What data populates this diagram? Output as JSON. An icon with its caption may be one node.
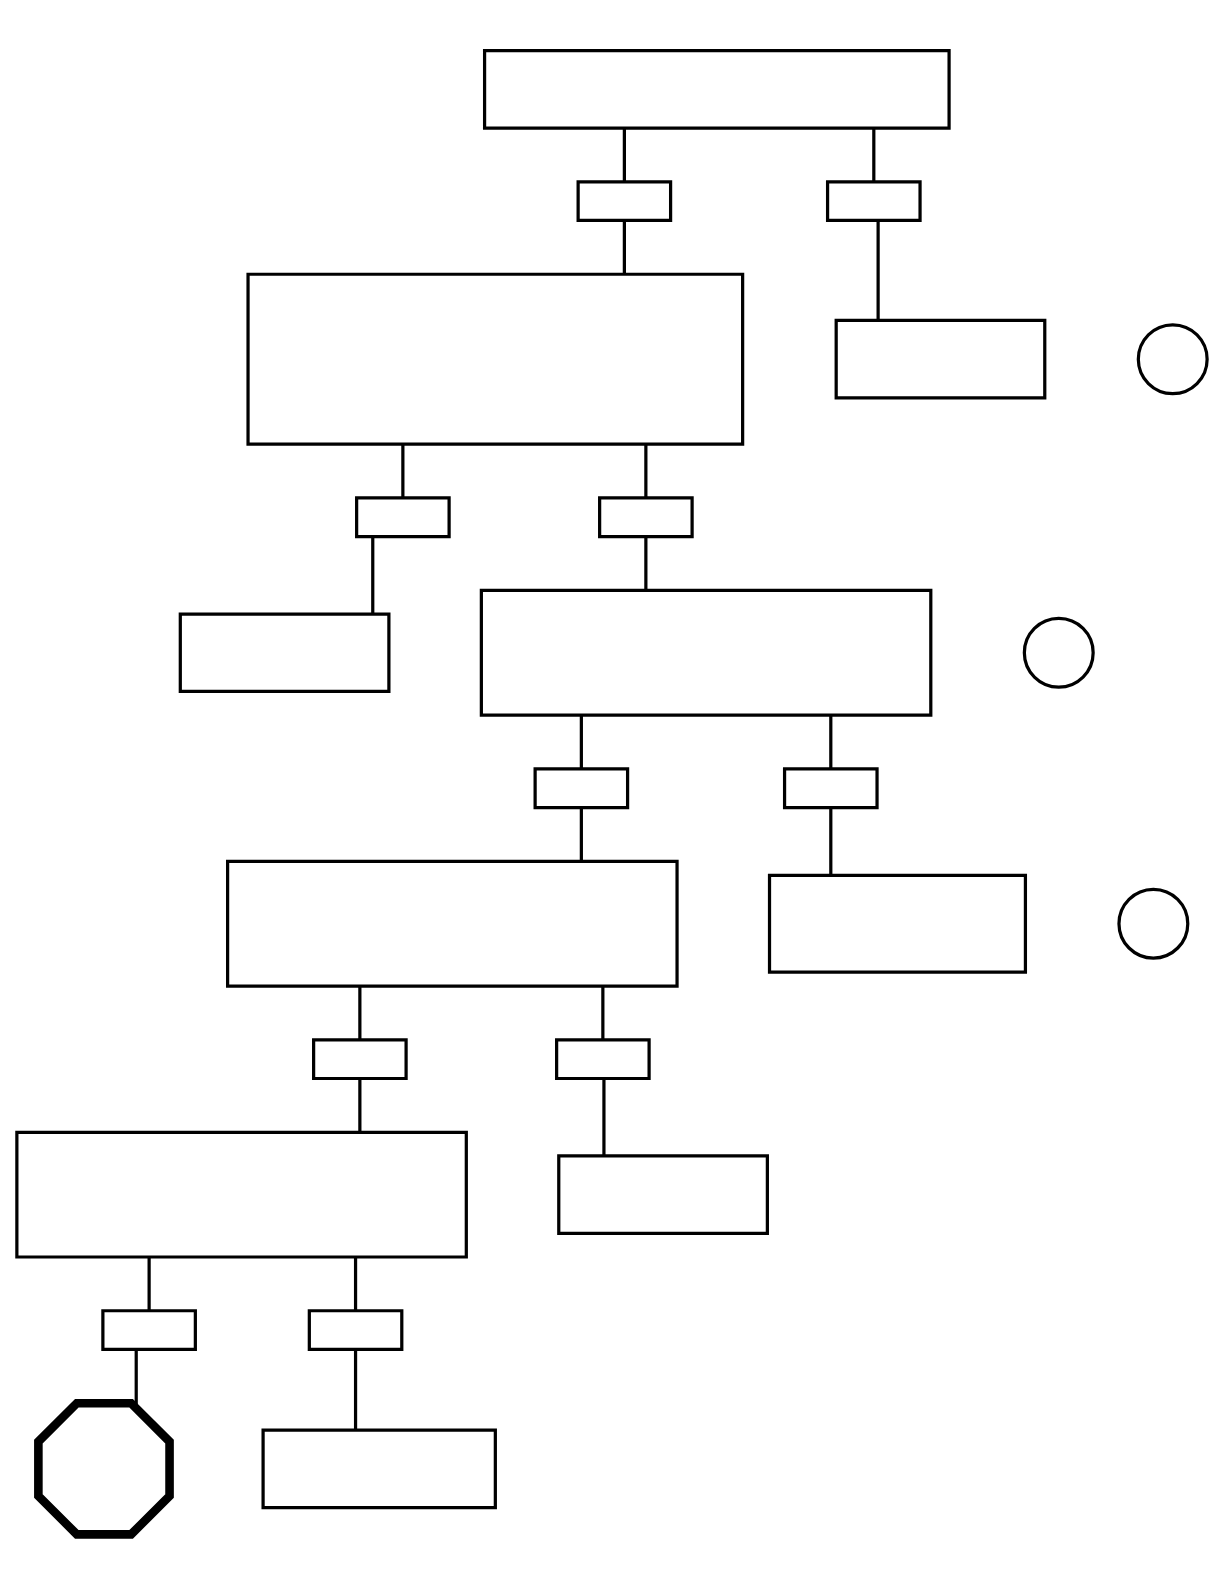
{
  "diagram": {
    "nodes": [
      {
        "text": [],
        "shape": "box"
      },
      {
        "text": [],
        "shape": "box"
      },
      {
        "text": [],
        "shape": "box"
      },
      {
        "text": [],
        "shape": "circle"
      },
      {
        "text": [],
        "shape": "box"
      },
      {
        "text": [],
        "shape": "box"
      },
      {
        "text": [],
        "shape": "box"
      },
      {
        "text": [],
        "shape": "box"
      },
      {
        "text": [],
        "shape": "box"
      },
      {
        "text": [],
        "shape": "circle"
      },
      {
        "text": [],
        "shape": "box"
      },
      {
        "text": [],
        "shape": "box"
      },
      {
        "text": [],
        "shape": "box"
      },
      {
        "text": [],
        "shape": "box"
      },
      {
        "text": [],
        "shape": "circle"
      },
      {
        "text": [],
        "shape": "box"
      },
      {
        "text": [],
        "shape": "box"
      },
      {
        "text": [],
        "shape": "box"
      },
      {
        "text": [],
        "shape": "box"
      },
      {
        "text": [],
        "shape": "box"
      },
      {
        "text": [],
        "shape": "box"
      },
      {
        "text": [],
        "shape": "box"
      },
      {
        "text": [],
        "shape": "octagon"
      },
      {
        "text": [],
        "shape": "box"
      }
    ],
    "edges": [
      {
        "from": 0,
        "to": 1,
        "arrow": "none"
      },
      {
        "from": 0,
        "to": 2,
        "arrow": "none"
      },
      {
        "from": 1,
        "to": 4,
        "arrow": "none"
      },
      {
        "from": 2,
        "to": 5,
        "arrow": "none"
      },
      {
        "from": 4,
        "to": 6,
        "arrow": "none"
      },
      {
        "from": 4,
        "to": 7,
        "arrow": "none"
      },
      {
        "from": 6,
        "to": 8,
        "arrow": "none"
      },
      {
        "from": 7,
        "to": 10,
        "arrow": "none"
      },
      {
        "from": 10,
        "to": 11,
        "arrow": "none"
      },
      {
        "from": 10,
        "to": 12,
        "arrow": "none"
      },
      {
        "from": 11,
        "to": 13,
        "arrow": "none"
      },
      {
        "from": 12,
        "to": 15,
        "arrow": "none"
      },
      {
        "from": 13,
        "to": 16,
        "arrow": "none"
      },
      {
        "from": 13,
        "to": 17,
        "arrow": "none"
      },
      {
        "from": 16,
        "to": 18,
        "arrow": "none"
      },
      {
        "from": 17,
        "to": 19,
        "arrow": "none"
      },
      {
        "from": 18,
        "to": 20,
        "arrow": "none"
      },
      {
        "from": 18,
        "to": 21,
        "arrow": "none"
      },
      {
        "from": 20,
        "to": 22,
        "arrow": "none"
      },
      {
        "from": 21,
        "to": 23,
        "arrow": "none"
      }
    ]
  }
}
